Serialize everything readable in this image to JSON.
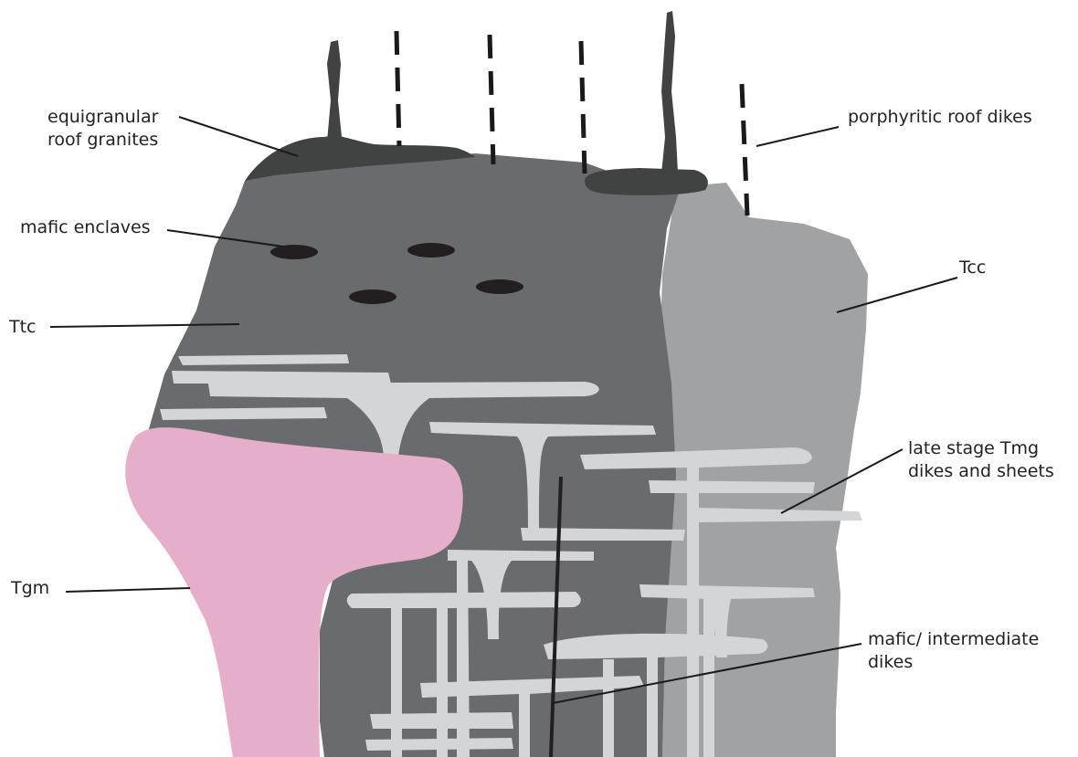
{
  "colors": {
    "ttc": "#6a6b6e",
    "tcc": "#a1a2a4",
    "roof_granite": "#414343",
    "enclave": "#231f20",
    "tmg_sheets": "#d3d5d6",
    "tgm": "#e6afc9",
    "leader": "#1a1a1a"
  },
  "labels": {
    "equigranular": [
      "equigranular",
      "roof granites"
    ],
    "porphyritic": "porphyritic roof dikes",
    "mafic_enclaves": "mafic enclaves",
    "ttc": "Ttc",
    "tcc": "Tcc",
    "late_stage": [
      "late stage Tmg",
      "dikes and sheets"
    ],
    "tgm": "Tgm",
    "mafic_dikes": [
      "mafic/ intermediate",
      "dikes"
    ]
  }
}
